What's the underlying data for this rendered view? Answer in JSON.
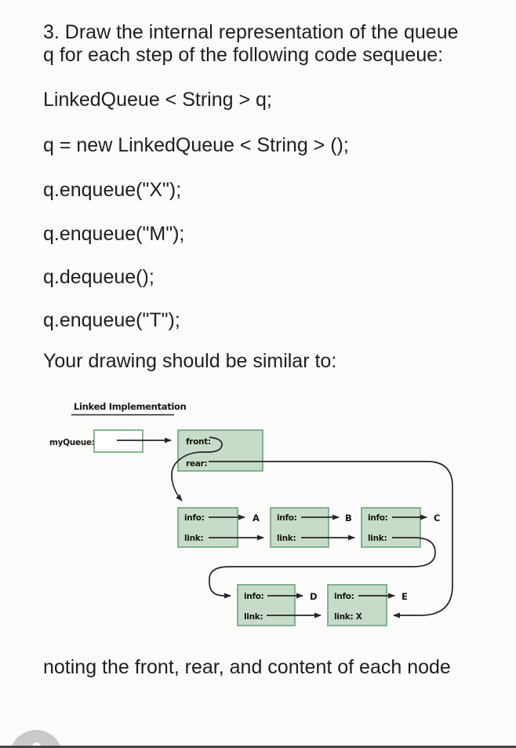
{
  "document": {
    "question_lines": [
      "3. Draw the internal representation of the queue",
      "q for each step of the following code sequeue:"
    ],
    "code_lines": [
      "LinkedQueue < String > q;",
      "q = new LinkedQueue < String > ();",
      "q.enqueue(\"X\");",
      "q.enqueue(\"M\");",
      "q.dequeue();",
      "q.enqueue(\"T\");"
    ],
    "drawing_intro": "Your drawing should be similar to:",
    "closing_note": "noting the front, rear, and content of each node"
  },
  "diagram": {
    "title": "Linked Implementation",
    "queue_var_label": "myQueue:",
    "front_label": "front:",
    "rear_label": "rear:",
    "nodes": [
      {
        "info_label": "info:",
        "link_label": "link:",
        "value": "A"
      },
      {
        "info_label": "info:",
        "link_label": "link:",
        "value": "B"
      },
      {
        "info_label": "info:",
        "link_label": "link:",
        "value": "C"
      },
      {
        "info_label": "info:",
        "link_label": "link:",
        "value": "D"
      },
      {
        "info_label": "info:",
        "link_label": "link: X",
        "value": "E"
      }
    ],
    "colors": {
      "node_fill": "#c7dcc8",
      "node_border": "#6ca37a",
      "stroke": "#262626"
    }
  },
  "fab": {
    "icon": "person-head-dot"
  }
}
